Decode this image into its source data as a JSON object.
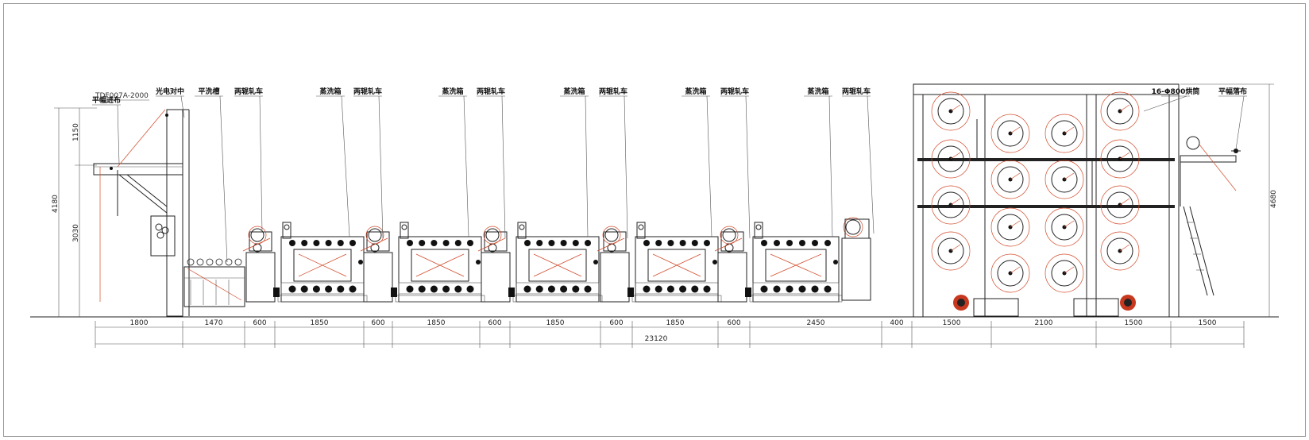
{
  "drawing": {
    "model_code": "TDF007A-2000",
    "total_length": "23120",
    "labels": [
      "平幅进布",
      "光电对中",
      "平洗槽",
      "两辊轧车",
      "蒸洗箱",
      "两辊轧车",
      "蒸洗箱",
      "两辊轧车",
      "蒸洗箱",
      "两辊轧车",
      "蒸洗箱",
      "两辊轧车",
      "蒸洗箱",
      "两辊轧车",
      "16-Φ800烘筒",
      "平幅落布"
    ],
    "section_dims": [
      "1800",
      "1470",
      "600",
      "1850",
      "600",
      "1850",
      "600",
      "1850",
      "600",
      "1850",
      "600",
      "2450",
      "400",
      "1500",
      "2100",
      "1500",
      "1500"
    ],
    "left_dims": [
      "4180",
      "3030",
      "1150"
    ],
    "right_dim": "4680"
  },
  "colors": {
    "line": "#222222",
    "accent": "#d24a2a",
    "border": "#9a9a9a"
  }
}
